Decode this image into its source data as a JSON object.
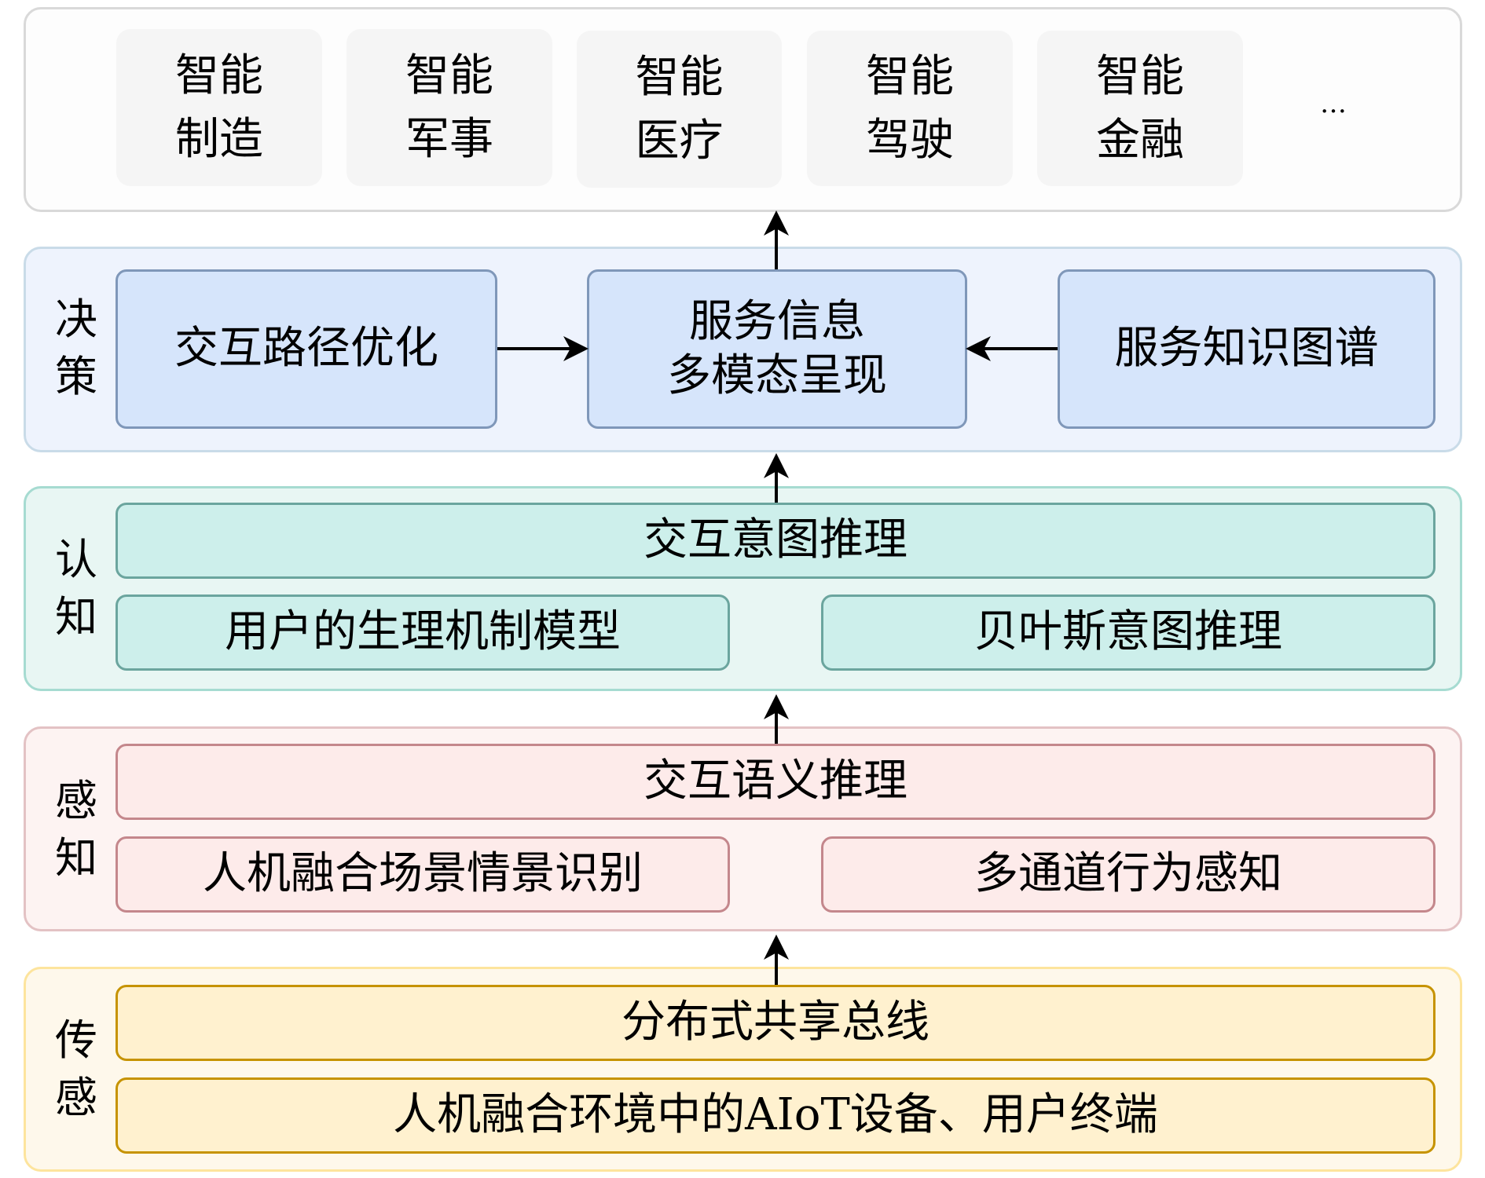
{
  "application_layer": {
    "items": [
      {
        "label": "智能\n制造"
      },
      {
        "label": "智能\n军事"
      },
      {
        "label": "智能\n医疗"
      },
      {
        "label": "智能\n驾驶"
      },
      {
        "label": "智能\n金融"
      }
    ],
    "more": "…"
  },
  "decision_layer": {
    "side_label": "决\n策",
    "left_box": "交互路径优化",
    "center_box": "服务信息\n多模态呈现",
    "right_box": "服务知识图谱"
  },
  "cognition_layer": {
    "side_label": "认\n知",
    "top_box": "交互意图推理",
    "left_box": "用户的生理机制模型",
    "right_box": "贝叶斯意图推理"
  },
  "perception_layer": {
    "side_label": "感\n知",
    "top_box": "交互语义推理",
    "left_box": "人机融合场景情景识别",
    "right_box": "多通道行为感知"
  },
  "sensing_layer": {
    "side_label": "传\n感",
    "top_box": "分布式共享总线",
    "bottom_box": "人机融合环境中的AIoT设备、用户终端"
  },
  "colors": {
    "application": {
      "fill": "#fdfdfd",
      "border": "#d9d9d9",
      "chip": "#f5f5f5"
    },
    "decision": {
      "outer_fill": "#eef3fd",
      "outer_border": "#c9dbe8",
      "box_fill": "#d6e5fb",
      "box_border": "#7f97b9"
    },
    "cognition": {
      "outer_fill": "#e8f6f3",
      "outer_border": "#a6dbd1",
      "box_fill": "#cdefeb",
      "box_border": "#6ba59e"
    },
    "perception": {
      "outer_fill": "#fdf3f2",
      "outer_border": "#e3c2c4",
      "box_fill": "#fdebea",
      "box_border": "#c4878c"
    },
    "sensing": {
      "outer_fill": "#fef8eb",
      "outer_border": "#fde49d",
      "box_fill": "#fff1cf",
      "box_border": "#c69300"
    },
    "arrow": "#000000"
  },
  "connections": [
    {
      "from": "sensing_layer.top_box",
      "to": "perception_layer",
      "direction": "up"
    },
    {
      "from": "perception_layer.top_box",
      "to": "cognition_layer",
      "direction": "up"
    },
    {
      "from": "cognition_layer.top_box",
      "to": "decision_layer",
      "direction": "up"
    },
    {
      "from": "decision_layer.left_box",
      "to": "decision_layer.center_box",
      "direction": "right"
    },
    {
      "from": "decision_layer.right_box",
      "to": "decision_layer.center_box",
      "direction": "left"
    },
    {
      "from": "decision_layer.center_box",
      "to": "application_layer",
      "direction": "up"
    }
  ]
}
